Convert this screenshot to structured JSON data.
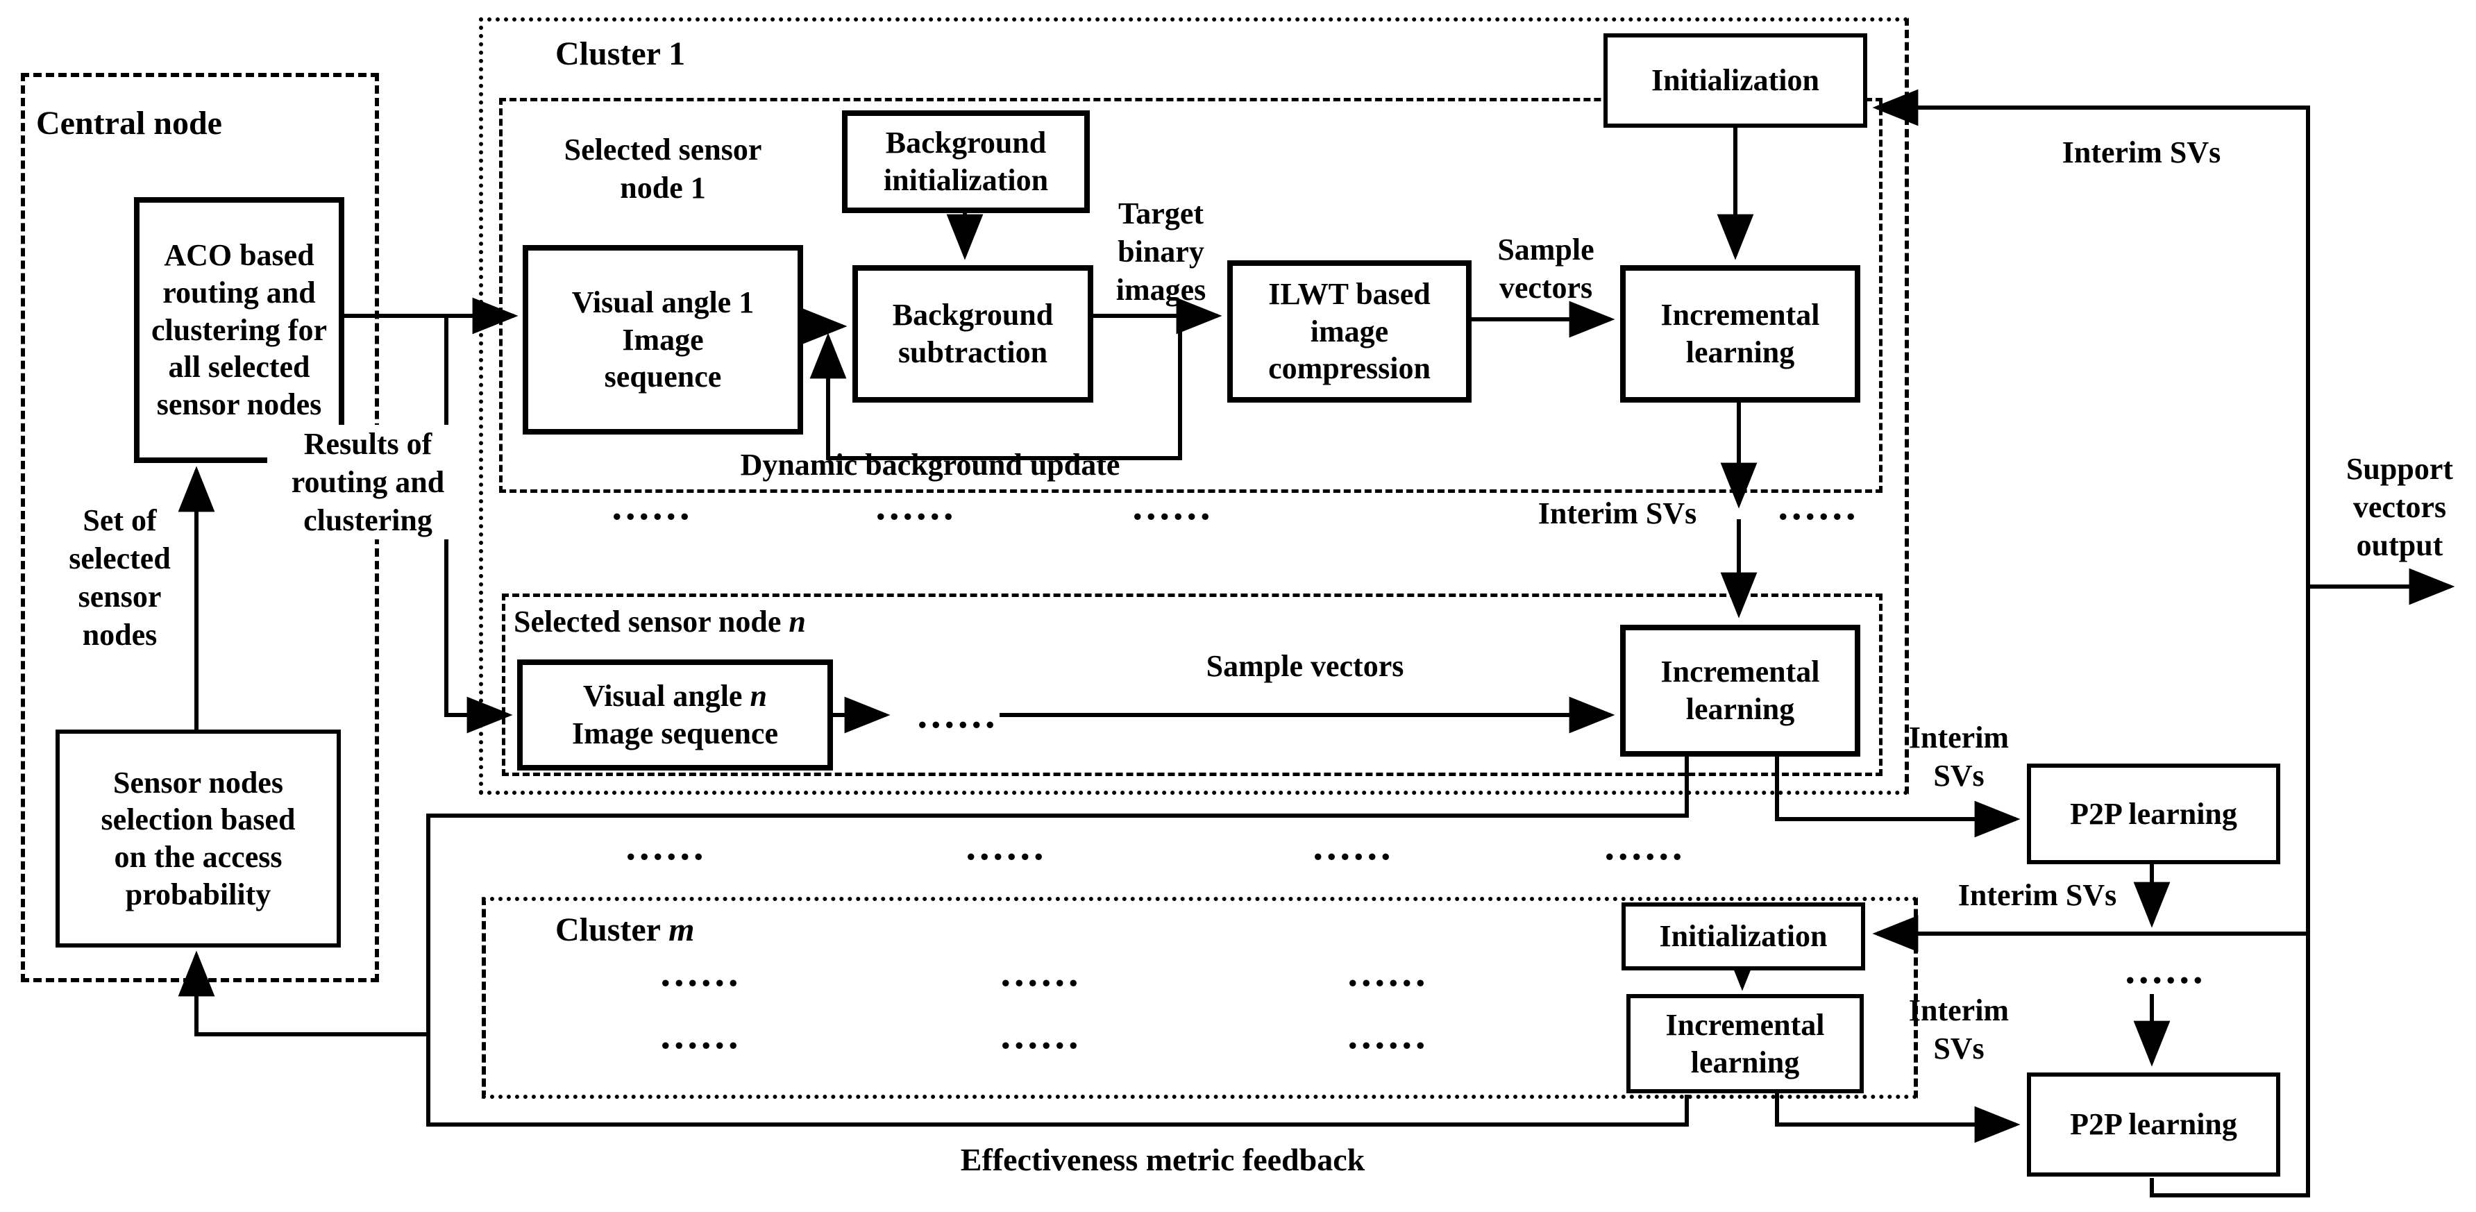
{
  "figure": {
    "dots": "......",
    "central": {
      "title": "Central node",
      "aco_lines": [
        "ACO based",
        "routing and",
        "clustering for",
        "all selected",
        "sensor nodes"
      ],
      "set_lines": [
        "Set of",
        "selected",
        "sensor",
        "nodes"
      ],
      "selection_lines": [
        "Sensor nodes",
        "selection based",
        "on the access",
        "probability"
      ],
      "results_lines": [
        "Results of",
        "routing and",
        "clustering"
      ]
    },
    "cluster1": {
      "title": "Cluster 1",
      "initialization": "Initialization",
      "interim_svs_row": "Interim SVs",
      "node1": {
        "title_lines": [
          "Selected sensor",
          "node 1"
        ],
        "background_init_lines": [
          "Background",
          "initialization"
        ],
        "visual_lines": [
          "Visual angle 1",
          "Image",
          "sequence"
        ],
        "background_sub_lines": [
          "Background",
          "subtraction"
        ],
        "target_lines": [
          "Target",
          "binary",
          "images"
        ],
        "ilwt_lines": [
          "ILWT based",
          "image",
          "compression"
        ],
        "sample_lines": [
          "Sample",
          "vectors"
        ],
        "incremental_lines": [
          "Incremental",
          "learning"
        ],
        "dynamic_update": "Dynamic background update"
      },
      "noden": {
        "title_prefix": "Selected sensor node ",
        "title_var": "n",
        "visual_prefix": "Visual angle ",
        "visual_var": "n",
        "visual_line2": "Image sequence",
        "sample_vectors": "Sample vectors",
        "incremental_lines": [
          "Incremental",
          "learning"
        ]
      }
    },
    "clusterm": {
      "title_prefix": "Cluster ",
      "title_var": "m",
      "initialization": "Initialization",
      "incremental_lines": [
        "Incremental",
        "learning"
      ]
    },
    "right": {
      "interim_svs_top": "Interim SVs",
      "support_lines": [
        "Support",
        "vectors",
        "output"
      ],
      "p2p1": "P2P learning",
      "interim_in1_lines": [
        "Interim",
        "SVs"
      ],
      "interim_below_p2p1": "Interim SVs",
      "interim_in2_lines": [
        "Interim",
        "SVs"
      ],
      "p2p2": "P2P learning"
    },
    "effectiveness": "Effectiveness metric feedback"
  }
}
